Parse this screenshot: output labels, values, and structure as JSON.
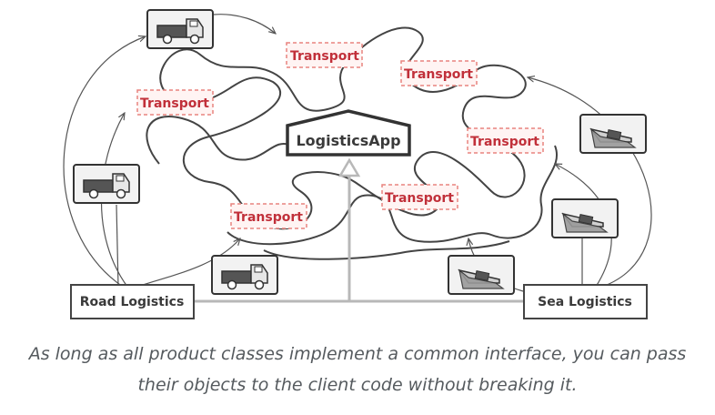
{
  "diagram": {
    "client": "LogisticsApp",
    "road_creator": "Road Logistics",
    "sea_creator": "Sea Logistics",
    "product_interface_labels": [
      "Transport",
      "Transport",
      "Transport",
      "Transport",
      "Transport",
      "Transport"
    ],
    "icons": {
      "truck": "truck-icon",
      "ship": "ship-icon"
    },
    "colors": {
      "transport_text": "#c1303a",
      "transport_border": "#e8837f",
      "transport_fill": "#fff4f3",
      "stroke": "#444444",
      "inheritance_arrow": "#b8b8b8"
    }
  },
  "caption": {
    "line1": "As long as all product classes implement a common interface, you can pass",
    "line2": "their objects to the client code without breaking it."
  }
}
